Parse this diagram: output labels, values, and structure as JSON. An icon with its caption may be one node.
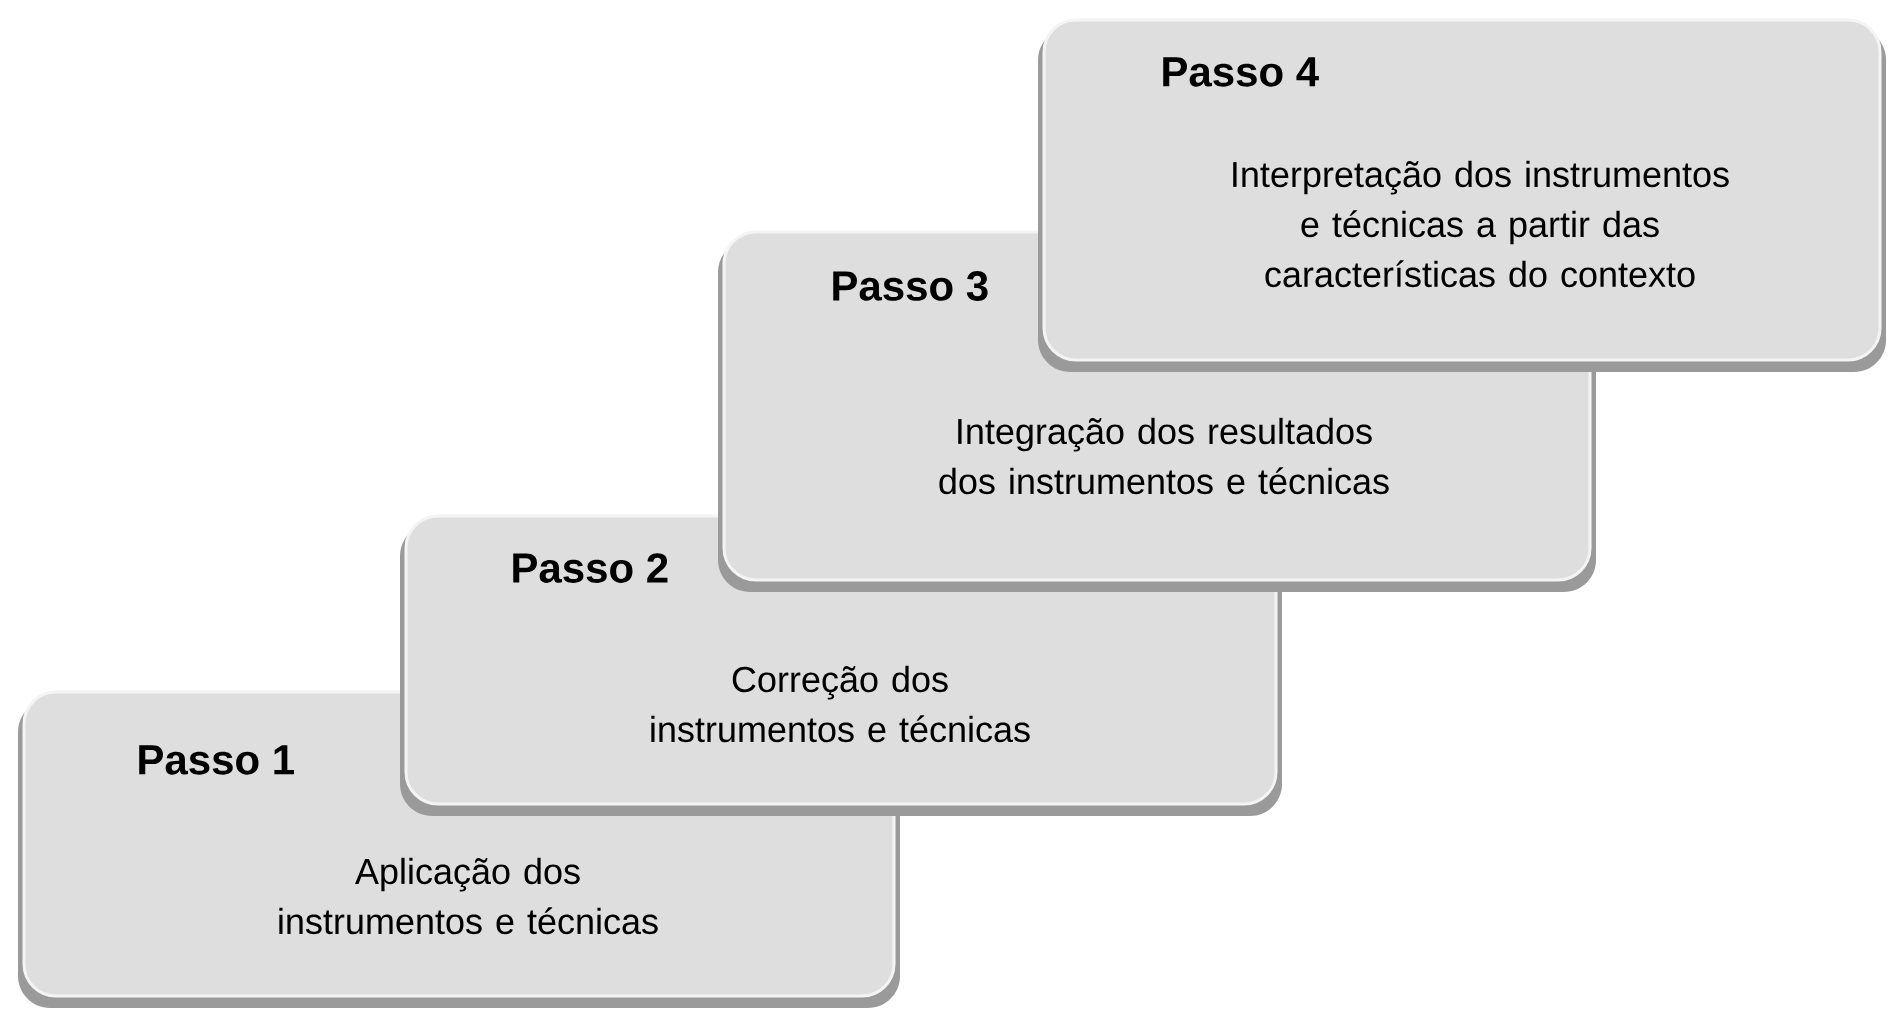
{
  "diagram": {
    "nodes": [
      {
        "text": [
          "Passo 1",
          "Aplicação dos instrumentos e técnicas"
        ]
      },
      {
        "text": [
          "Passo 2",
          "Correção dos instrumentos e técnicas"
        ]
      },
      {
        "text": [
          "Passo 3",
          "Integração dos resultados dos instrumentos e técnicas"
        ]
      },
      {
        "text": [
          "Passo 4",
          "Interpretação dos instrumentos e técnicas a partir das características do contexto"
        ]
      }
    ]
  }
}
